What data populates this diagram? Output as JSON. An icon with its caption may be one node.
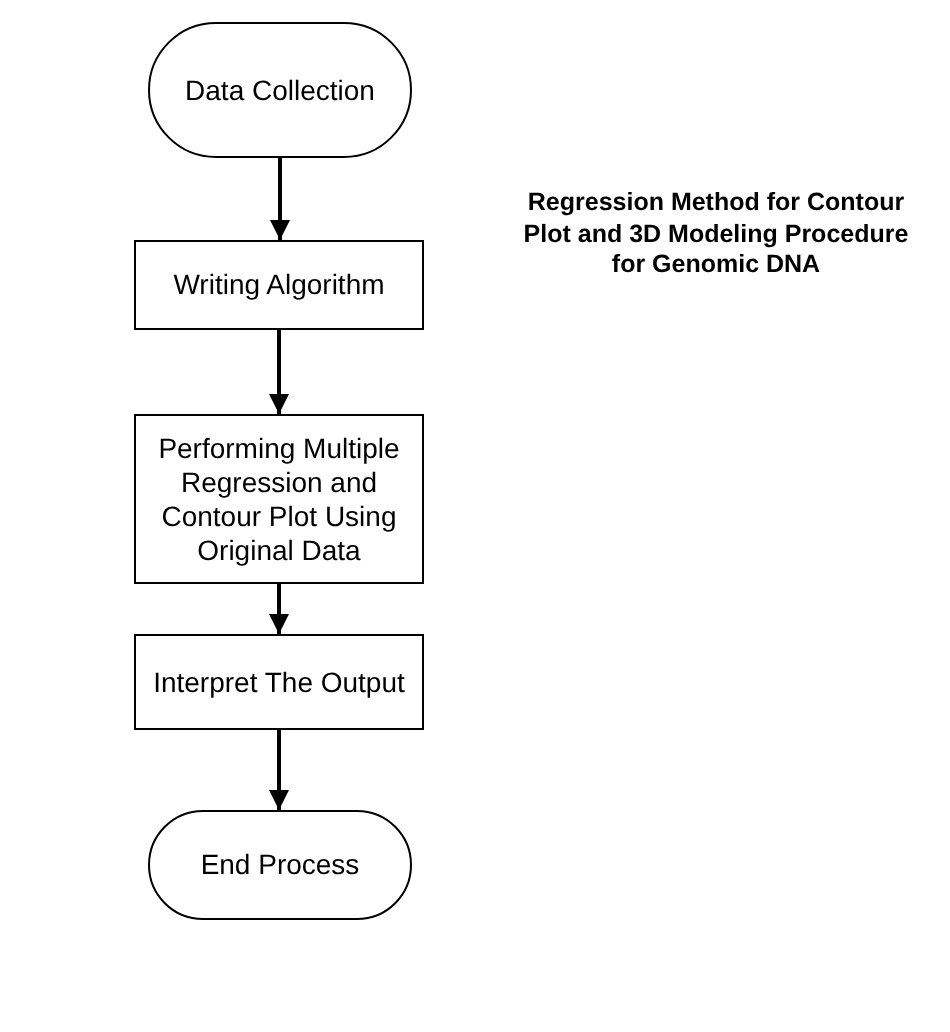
{
  "diagram": {
    "title": "Regression Method for Contour Plot and 3D Modeling Procedure for Genomic DNA",
    "nodes": [
      {
        "text": [
          "Data Collection"
        ]
      },
      {
        "text": [
          "Writing Algorithm"
        ]
      },
      {
        "text": [
          "Performing Multiple Regression and Contour Plot Using Original Data"
        ]
      },
      {
        "text": [
          "Interpret The Output"
        ]
      },
      {
        "text": [
          "End Process"
        ]
      }
    ],
    "edges": [
      {
        "from": 0,
        "to": 1,
        "arrow": "to"
      },
      {
        "from": 1,
        "to": 2,
        "arrow": "to"
      },
      {
        "from": 2,
        "to": 3,
        "arrow": "to"
      },
      {
        "from": 3,
        "to": 4,
        "arrow": "to"
      }
    ]
  }
}
